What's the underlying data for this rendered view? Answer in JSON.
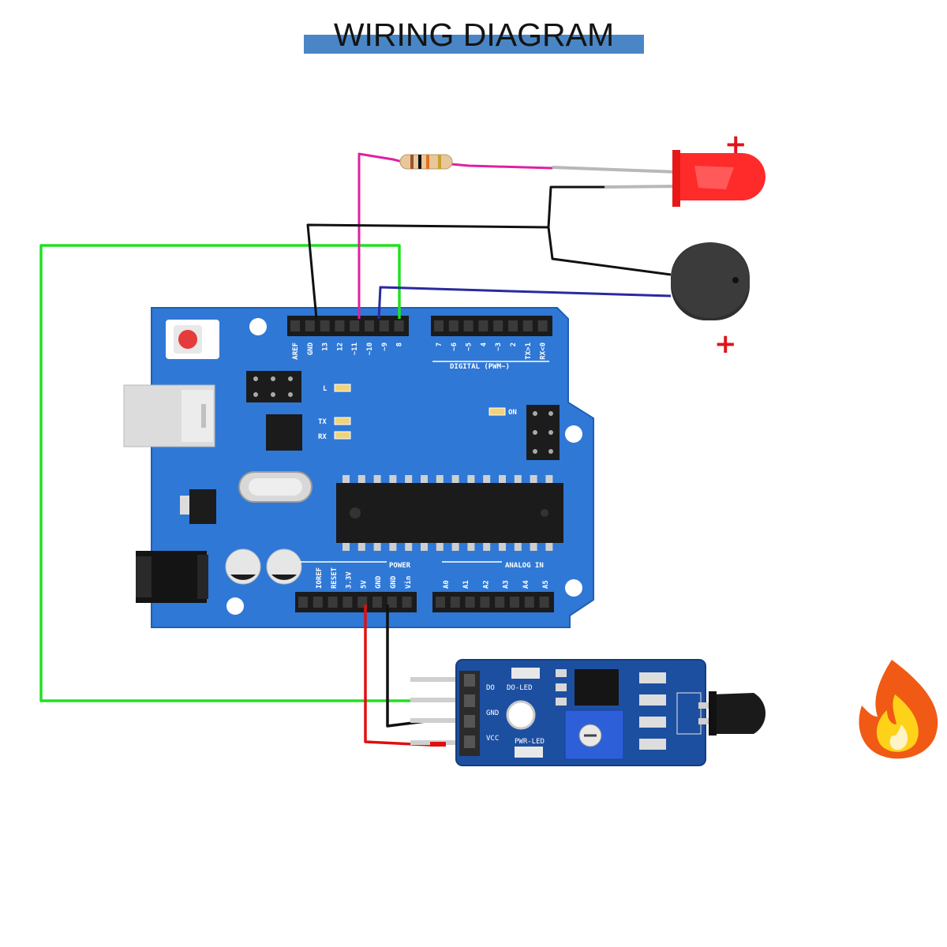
{
  "title": "WIRING DIAGRAM",
  "board": {
    "digital_label": "DIGITAL (PWM~)",
    "power_label": "POWER",
    "analog_label": "ANALOG IN",
    "led_l": "L",
    "led_tx": "TX",
    "led_rx": "RX",
    "led_on": "ON",
    "digital_pins_left": [
      "AREF",
      "GND",
      "13",
      "12",
      "~11",
      "~10",
      "~9",
      "8"
    ],
    "digital_pins_right": [
      "7",
      "~6",
      "~5",
      "4",
      "~3",
      "2",
      "TX>1",
      "RX<0"
    ],
    "power_pins": [
      "IOREF",
      "RESET",
      "3.3V",
      "5V",
      "GND",
      "GND",
      "Vin"
    ],
    "analog_pins": [
      "A0",
      "A1",
      "A2",
      "A3",
      "A4",
      "A5"
    ]
  },
  "sensor_module": {
    "pins": [
      "DO",
      "GND",
      "VCC"
    ],
    "do_led": "DO-LED",
    "pwr_led": "PWR-LED"
  },
  "led_polarity": "+",
  "buzzer_polarity": "+",
  "colors": {
    "board": "#2f78d6",
    "title_bar": "#4a86c5",
    "wire_green": "#22e022",
    "wire_magenta": "#e020a0",
    "wire_black": "#111111",
    "wire_blue": "#2a2aa0",
    "wire_red": "#e01010",
    "led_red": "#ff2a2a"
  },
  "icons": [
    "resistor-icon",
    "led-icon",
    "buzzer-icon",
    "flame-sensor-icon",
    "fire-icon"
  ]
}
